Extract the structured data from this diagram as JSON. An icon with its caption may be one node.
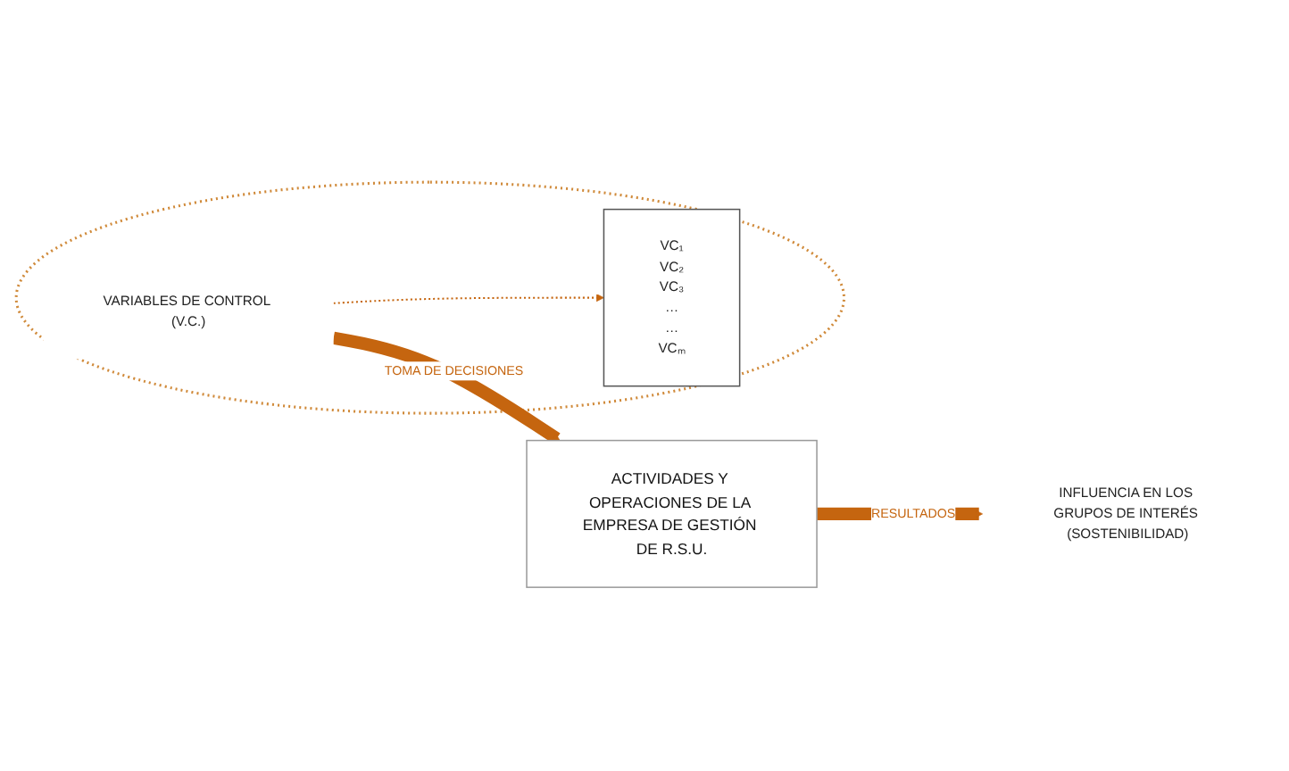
{
  "diagram": {
    "nodes": [
      {
        "text": [],
        "shape": "ellipse"
      },
      {
        "text": [
          "VARIABLES DE CONTROL (V.C.)"
        ],
        "in": 0
      },
      {
        "text": [
          "VC₁",
          "VC₂",
          "VC₃",
          "…",
          "…",
          "VCₘ"
        ],
        "in": 0
      },
      {
        "text": [
          "ACTIVIDADES Y OPERACIONES DE LA EMPRESA DE GESTIÓN DE R.S.U."
        ]
      },
      {
        "text": [
          "INFLUENCIA EN LOS GRUPOS DE INTERÉS (SOSTENIBILIDAD)"
        ]
      }
    ],
    "edges": [
      {
        "from": 1,
        "to": 3,
        "arrow": "to",
        "label": "TOMA DE DECISIONES"
      },
      {
        "from": 3,
        "to": 4,
        "arrow": "to",
        "label": "RESULTADOS"
      },
      {
        "from": 1,
        "to": 2,
        "arrow": "to",
        "style": "dashed"
      }
    ]
  }
}
